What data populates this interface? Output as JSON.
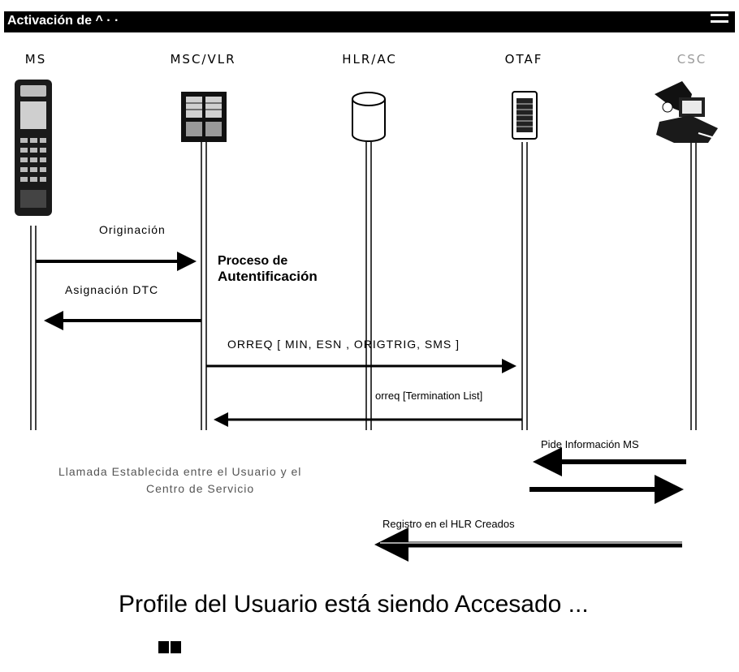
{
  "window": {
    "title": "Activación de ^ · ·"
  },
  "lanes": [
    {
      "id": "ms",
      "label": "MS"
    },
    {
      "id": "msc",
      "label": "MSC/VLR"
    },
    {
      "id": "hlr",
      "label": "HLR/AC"
    },
    {
      "id": "otaf",
      "label": "OTAF"
    },
    {
      "id": "csc",
      "label": "CSC"
    }
  ],
  "messages": {
    "origination": "Originación",
    "process_line1": "Proceso de",
    "process_line2": "Autentificación",
    "dtc": "Asignación DTC",
    "orreq": "ORREQ [ MIN, ESN , ORIGTRIG, SMS ]",
    "orreq_reply": "orreq [Termination List]",
    "pide_info": "Pide Información MS",
    "call_line1": "Llamada Establecida entre el Usuario y el",
    "call_line2": "Centro de Servicio",
    "registro": "Registro en el  HLR Creados"
  },
  "status": {
    "message": "Profile del Usuario está siendo Accesado ...",
    "progress_blocks": 2
  },
  "colors": {
    "titlebar": "#000000",
    "text": "#000000",
    "dim_header": "#9a9a9a"
  }
}
